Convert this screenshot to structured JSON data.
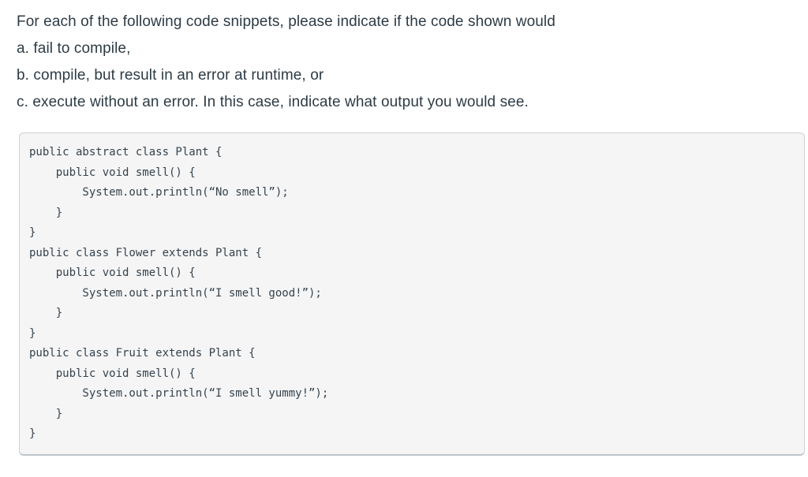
{
  "question": {
    "lines": [
      "For each of the following code snippets, please indicate if the code shown would",
      "a. fail to compile,",
      "b. compile, but result in an error at runtime, or",
      "c. execute without an error. In this case, indicate what output you would see."
    ]
  },
  "code": {
    "lines": [
      "public abstract class Plant {",
      "    public void smell() {",
      "        System.out.println(“No smell”);",
      "    }",
      "}",
      "public class Flower extends Plant {",
      "    public void smell() {",
      "        System.out.println(“I smell good!”);",
      "    }",
      "}",
      "public class Fruit extends Plant {",
      "    public void smell() {",
      "        System.out.println(“I smell yummy!”);",
      "    }",
      "}"
    ]
  },
  "colors": {
    "text": "#2d3b45",
    "code_text": "#35424c",
    "code_background": "#f5f5f6",
    "code_border": "#ccd2d7",
    "page_background": "#ffffff"
  }
}
